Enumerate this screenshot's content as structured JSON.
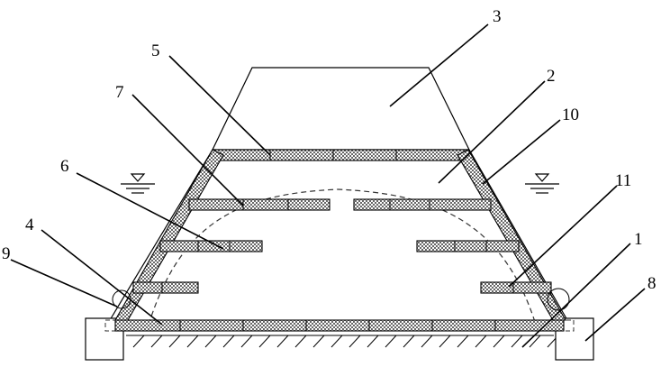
{
  "diagram": {
    "callouts": [
      {
        "id": "c1",
        "label": "1"
      },
      {
        "id": "c2",
        "label": "2"
      },
      {
        "id": "c3",
        "label": "3"
      },
      {
        "id": "c4",
        "label": "4"
      },
      {
        "id": "c5",
        "label": "5"
      },
      {
        "id": "c6",
        "label": "6"
      },
      {
        "id": "c7",
        "label": "7"
      },
      {
        "id": "c8",
        "label": "8"
      },
      {
        "id": "c9",
        "label": "9"
      },
      {
        "id": "c10",
        "label": "10"
      },
      {
        "id": "c11",
        "label": "11"
      }
    ],
    "symbols": [
      "water-level-left-icon",
      "water-level-right-icon"
    ],
    "colors": {
      "stroke": "#000000",
      "fill_pattern": "#9a9a9a",
      "dash": "#333333"
    }
  }
}
